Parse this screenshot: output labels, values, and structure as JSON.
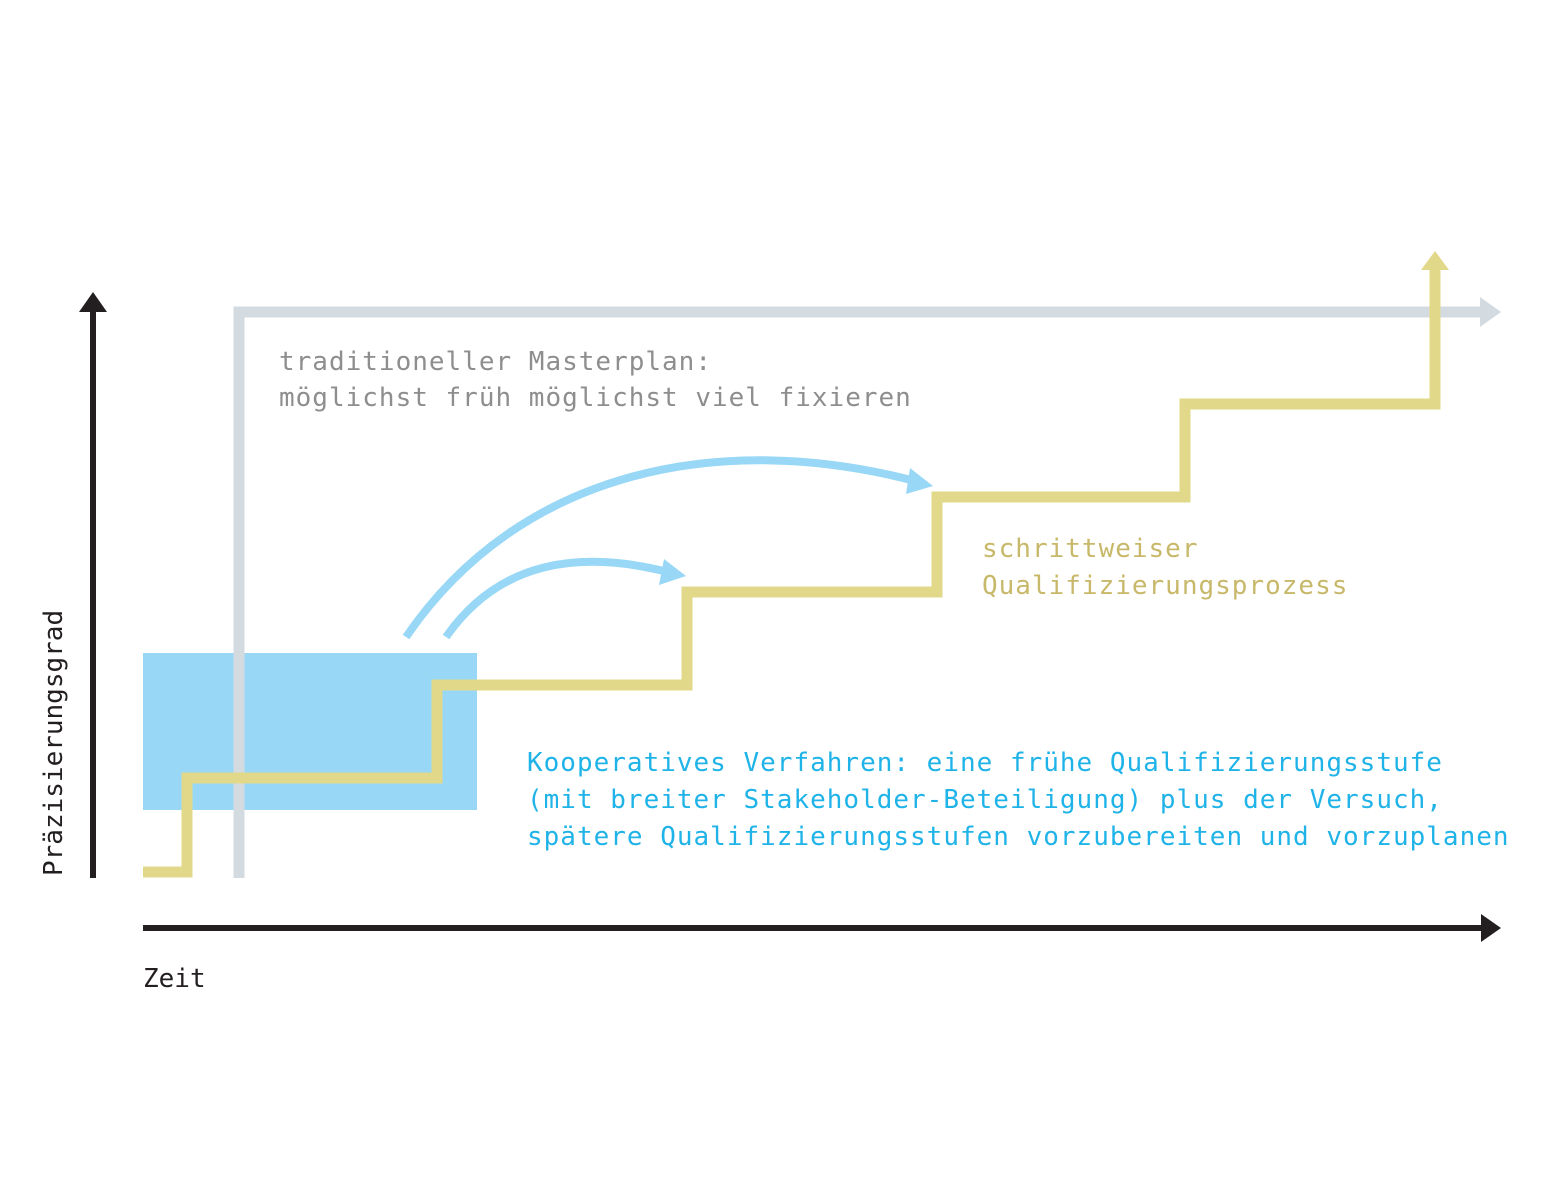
{
  "axes": {
    "x_label": "Zeit",
    "y_label": "Präzisierungsgrad"
  },
  "masterplan": {
    "line1": "traditioneller Masterplan:",
    "line2": "möglichst früh möglichst viel fixieren",
    "color": "#d3dbe0"
  },
  "stepwise": {
    "line1": "schrittweiser",
    "line2": "Qualifizierungsprozess",
    "color": "#e2d88a",
    "text_color": "#c8b86a"
  },
  "cooperative": {
    "line1": "Kooperatives Verfahren: eine frühe Qualifizierungsstufe",
    "line2": "(mit breiter Stakeholder-Beteiligung) plus der Versuch,",
    "line3": "spätere Qualifizierungsstufen vorzubereiten und vorzuplanen",
    "color": "#98d8f6",
    "text_color": "#1fb3e8"
  },
  "masterplan_text_color": "#8e8e8e",
  "axis_color": "#231f20"
}
